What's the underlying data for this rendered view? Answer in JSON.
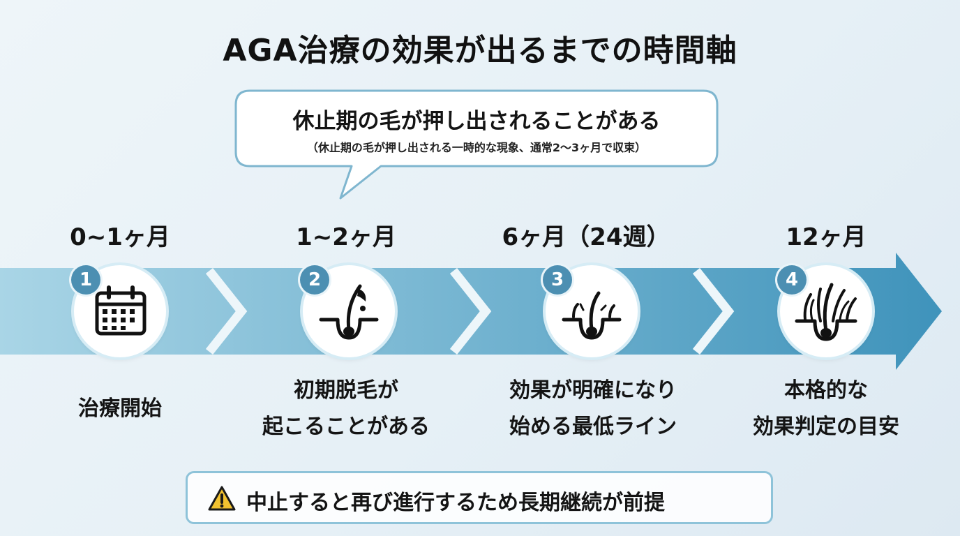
{
  "title": "AGA治療の効果が出るまでの時間軸",
  "callout": {
    "main": "休止期の毛が押し出されることがある",
    "sub": "（休止期の毛が押し出される一時的な現象、通常2～3ヶ月で収束）"
  },
  "steps": [
    {
      "number": "1",
      "period": "0~1ヶ月",
      "lines": [
        "治療開始"
      ],
      "icon": "calendar-icon"
    },
    {
      "number": "2",
      "period": "1~2ヶ月",
      "lines": [
        "初期脱毛が",
        "起こることがある"
      ],
      "icon": "hair-shedding-icon"
    },
    {
      "number": "3",
      "period": "6ヶ月（24週）",
      "lines": [
        "効果が明確になり",
        "始める最低ライン"
      ],
      "icon": "hair-sprouting-icon"
    },
    {
      "number": "4",
      "period": "12ヶ月",
      "lines": [
        "本格的な",
        "効果判定の目安"
      ],
      "icon": "hair-growth-icon"
    }
  ],
  "note": {
    "icon": "warning-icon",
    "text": "中止すると再び進行するため長期継続が前提"
  },
  "colors": {
    "band_start": "#a9d5e6",
    "band_end": "#3f93bb",
    "badge": "#4c8fb2",
    "note_border": "#8ec3d9",
    "warning": "#f2c230"
  }
}
